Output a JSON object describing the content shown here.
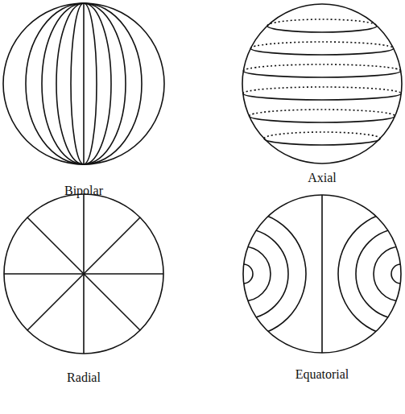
{
  "diagram": {
    "labels": [
      "Bipolar",
      "Axial",
      "Radial",
      "Equatorial"
    ]
  }
}
